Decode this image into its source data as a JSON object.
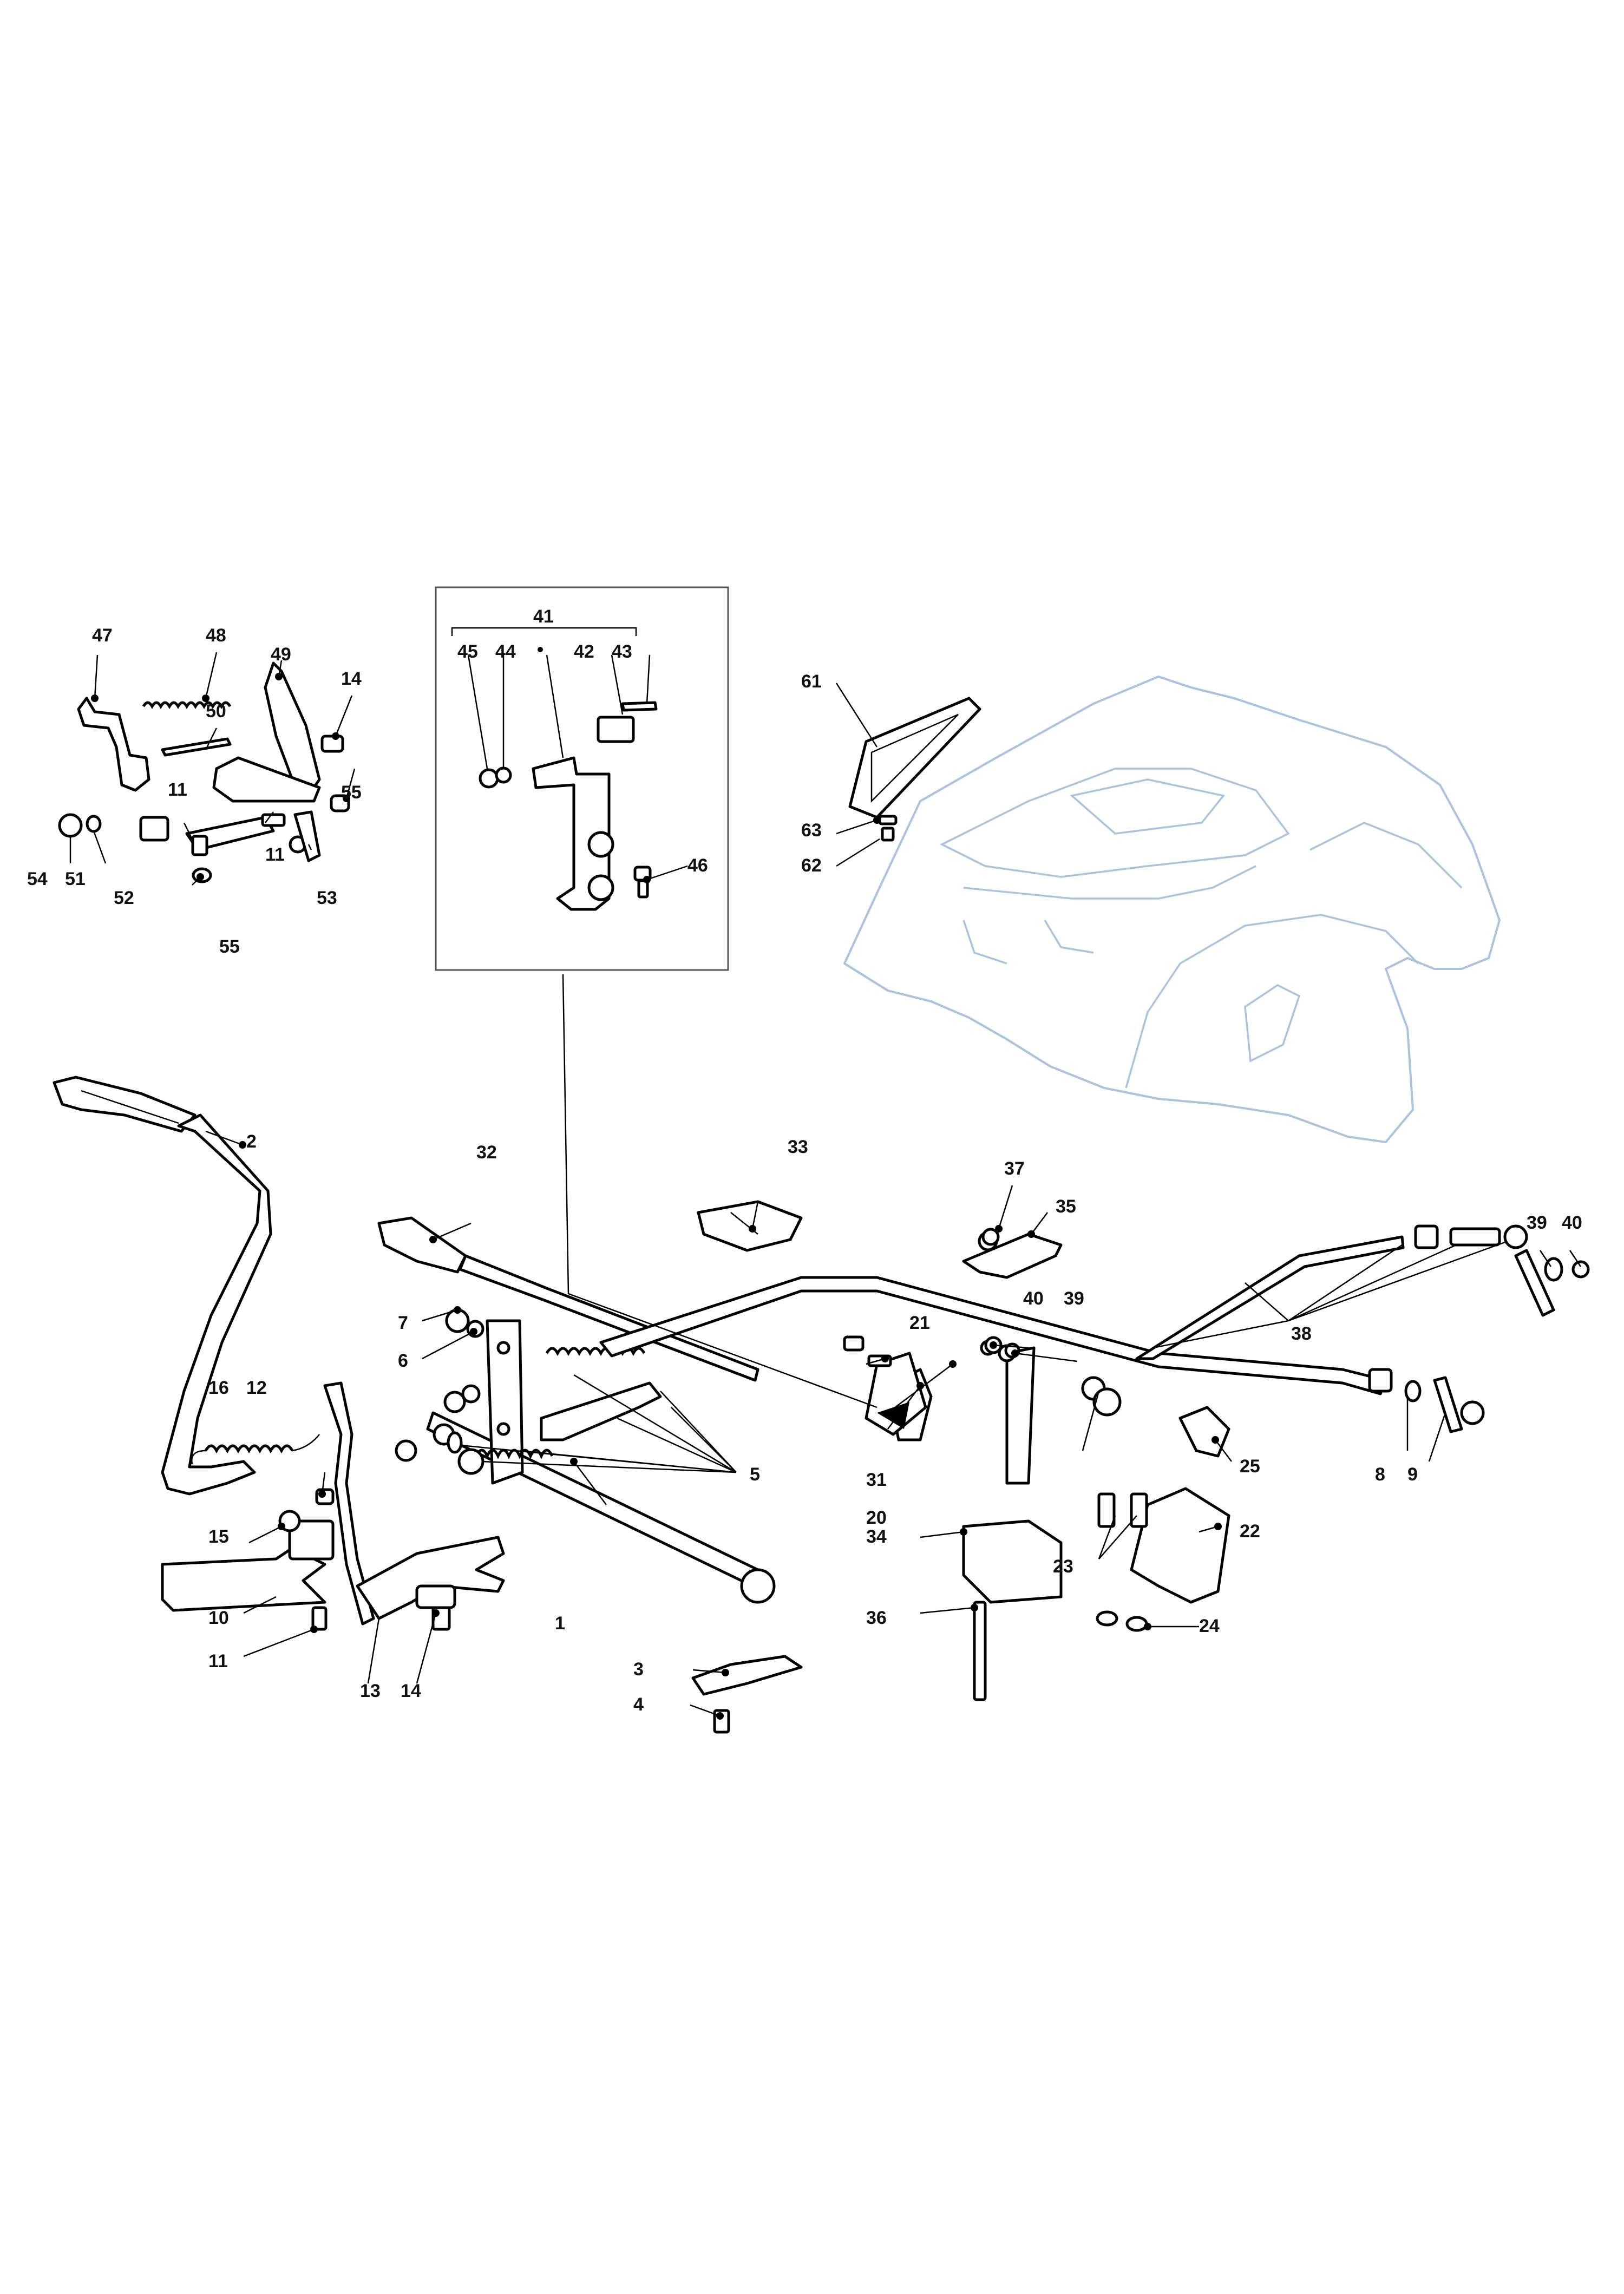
{
  "diagram": {
    "inset_group_label": "41",
    "callouts": [
      {
        "id": "c1",
        "text": "1"
      },
      {
        "id": "c2",
        "text": "2"
      },
      {
        "id": "c3",
        "text": "3"
      },
      {
        "id": "c4",
        "text": "4"
      },
      {
        "id": "c5",
        "text": "5"
      },
      {
        "id": "c6",
        "text": "6"
      },
      {
        "id": "c7",
        "text": "7"
      },
      {
        "id": "c8",
        "text": "8"
      },
      {
        "id": "c9",
        "text": "9"
      },
      {
        "id": "c10",
        "text": "10"
      },
      {
        "id": "c11a",
        "text": "11"
      },
      {
        "id": "c11b",
        "text": "11"
      },
      {
        "id": "c11c",
        "text": "11"
      },
      {
        "id": "c12",
        "text": "12"
      },
      {
        "id": "c13",
        "text": "13"
      },
      {
        "id": "c14a",
        "text": "14"
      },
      {
        "id": "c14b",
        "text": "14"
      },
      {
        "id": "c15",
        "text": "15"
      },
      {
        "id": "c16",
        "text": "16"
      },
      {
        "id": "c20",
        "text": "20"
      },
      {
        "id": "c21",
        "text": "21"
      },
      {
        "id": "c22",
        "text": "22"
      },
      {
        "id": "c23",
        "text": "23"
      },
      {
        "id": "c24",
        "text": "24"
      },
      {
        "id": "c25",
        "text": "25"
      },
      {
        "id": "c31",
        "text": "31"
      },
      {
        "id": "c32",
        "text": "32"
      },
      {
        "id": "c33",
        "text": "33"
      },
      {
        "id": "c34",
        "text": "34"
      },
      {
        "id": "c35",
        "text": "35"
      },
      {
        "id": "c36",
        "text": "36"
      },
      {
        "id": "c37",
        "text": "37"
      },
      {
        "id": "c38",
        "text": "38"
      },
      {
        "id": "c39a",
        "text": "39"
      },
      {
        "id": "c39b",
        "text": "39"
      },
      {
        "id": "c40a",
        "text": "40"
      },
      {
        "id": "c40b",
        "text": "40"
      },
      {
        "id": "c42",
        "text": "42"
      },
      {
        "id": "c43",
        "text": "43"
      },
      {
        "id": "c44",
        "text": "44"
      },
      {
        "id": "c45",
        "text": "45"
      },
      {
        "id": "c46",
        "text": "46"
      },
      {
        "id": "c47",
        "text": "47"
      },
      {
        "id": "c48",
        "text": "48"
      },
      {
        "id": "c49",
        "text": "49"
      },
      {
        "id": "c50",
        "text": "50"
      },
      {
        "id": "c51",
        "text": "51"
      },
      {
        "id": "c52",
        "text": "52"
      },
      {
        "id": "c53",
        "text": "53"
      },
      {
        "id": "c54",
        "text": "54"
      },
      {
        "id": "c55a",
        "text": "55"
      },
      {
        "id": "c55b",
        "text": "55"
      },
      {
        "id": "c61",
        "text": "61"
      },
      {
        "id": "c62",
        "text": "62"
      },
      {
        "id": "c63",
        "text": "63"
      }
    ]
  }
}
